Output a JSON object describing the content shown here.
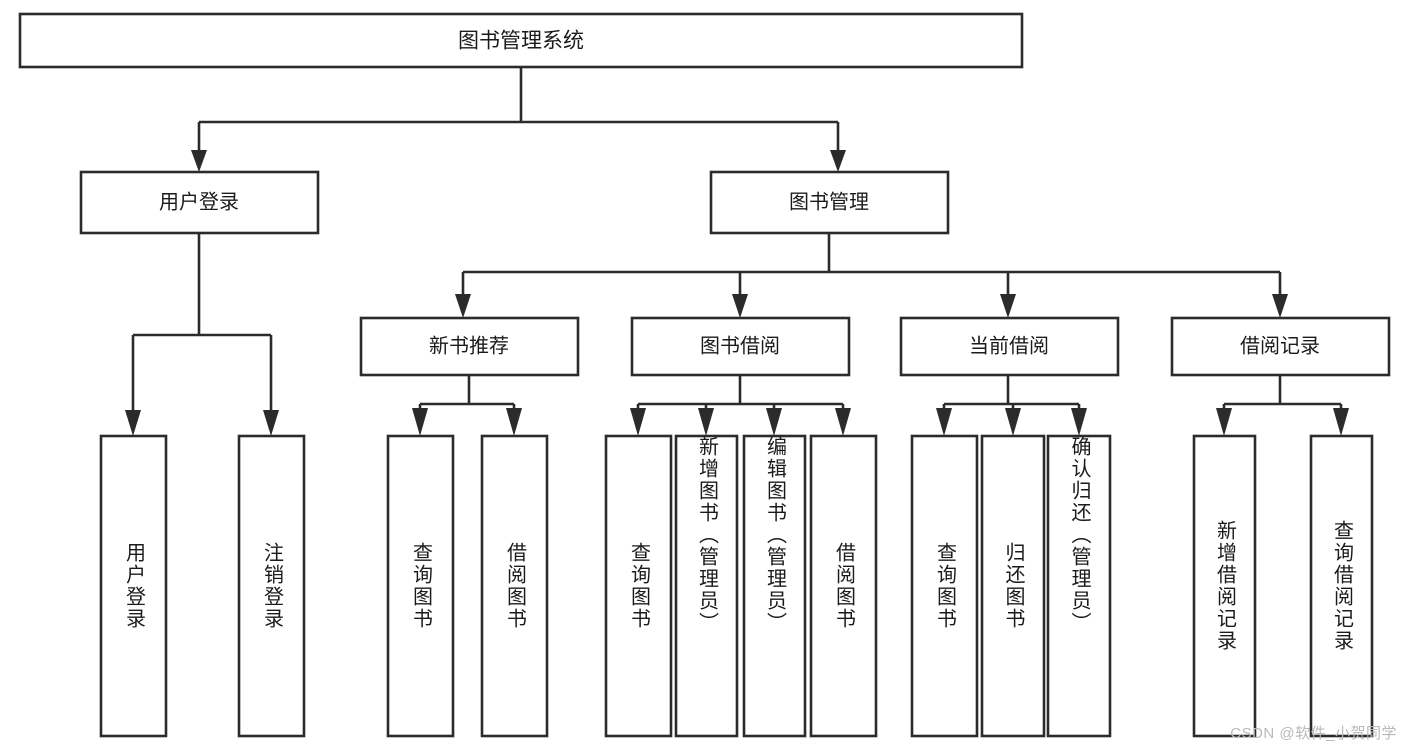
{
  "diagram": {
    "type": "tree-hierarchy-chart",
    "title": "图书管理系统",
    "watermark": "CSDN @软件_小贺同学",
    "colors": {
      "stroke": "#2b2b2b",
      "fill": "#ffffff",
      "text": "#1b1b1b",
      "watermark": "#b9b9b9"
    },
    "levels": {
      "root": {
        "label": "图书管理系统"
      },
      "level2": [
        {
          "label": "用户登录"
        },
        {
          "label": "图书管理"
        }
      ],
      "level3": [
        {
          "label": "新书推荐"
        },
        {
          "label": "图书借阅"
        },
        {
          "label": "当前借阅"
        },
        {
          "label": "借阅记录"
        }
      ]
    },
    "nodes": {
      "root": "图书管理系统",
      "user_login": "用户登录",
      "book_manage": "图书管理",
      "new_book_rec": "新书推荐",
      "book_borrow": "图书借阅",
      "current_borrow": "当前借阅",
      "borrow_record": "借阅记录"
    },
    "leaves": {
      "user_login": [
        "用户登录",
        "注销登录"
      ],
      "new_book_rec": [
        "查询图书",
        "借阅图书"
      ],
      "book_borrow": [
        "查询图书",
        "新增图书（管理员）",
        "编辑图书（管理员）",
        "借阅图书"
      ],
      "current_borrow": [
        "查询图书",
        "归还图书",
        "确认归还（管理员）"
      ],
      "borrow_record": [
        "新增借阅记录",
        "查询借阅记录"
      ]
    },
    "leaf_list": [
      {
        "id": "leaf-user-login",
        "text": "用户登录"
      },
      {
        "id": "leaf-logout-login",
        "text": "注销登录"
      },
      {
        "id": "leaf-query-book-1",
        "text": "查询图书"
      },
      {
        "id": "leaf-borrow-book-1",
        "text": "借阅图书"
      },
      {
        "id": "leaf-query-book-2",
        "text": "查询图书"
      },
      {
        "id": "leaf-add-book-admin",
        "text": "新增图书（管理员）"
      },
      {
        "id": "leaf-edit-book-admin",
        "text": "编辑图书（管理员）"
      },
      {
        "id": "leaf-borrow-book-2",
        "text": "借阅图书"
      },
      {
        "id": "leaf-query-book-3",
        "text": "查询图书"
      },
      {
        "id": "leaf-return-book",
        "text": "归还图书"
      },
      {
        "id": "leaf-confirm-return",
        "text": "确认归还（管理员）"
      },
      {
        "id": "leaf-add-borrow-record",
        "text": "新增借阅记录"
      },
      {
        "id": "leaf-query-borrow-record",
        "text": "查询借阅记录"
      }
    ]
  }
}
